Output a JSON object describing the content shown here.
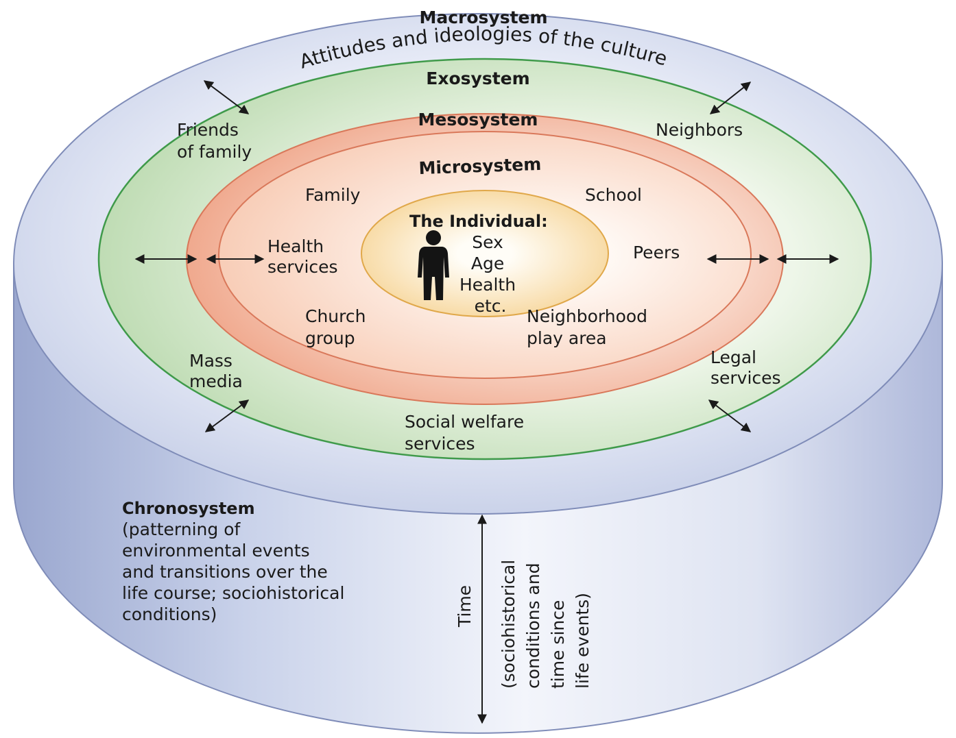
{
  "macrosystem": {
    "title": "Macrosystem",
    "subtitle": "Attitudes and ideologies of the culture"
  },
  "exosystem": {
    "title": "Exosystem",
    "items": {
      "friends_line1": "Friends",
      "friends_line2": "of family",
      "neighbors": "Neighbors",
      "mass_media_line1": "Mass",
      "mass_media_line2": "media",
      "legal_line1": "Legal",
      "legal_line2": "services",
      "welfare_line1": "Social welfare",
      "welfare_line2": "services"
    }
  },
  "mesosystem": {
    "title": "Mesosystem"
  },
  "microsystem": {
    "title": "Microsystem",
    "items": {
      "family": "Family",
      "school": "School",
      "health_line1": "Health",
      "health_line2": "services",
      "peers": "Peers",
      "church_line1": "Church",
      "church_line2": "group",
      "neighborhood_line1": "Neighborhood",
      "neighborhood_line2": "play area"
    }
  },
  "individual": {
    "title": "The Individual:",
    "traits": [
      "Sex",
      "Age",
      "Health",
      "etc."
    ],
    "icon": "person-silhouette-icon"
  },
  "chronosystem": {
    "title": "Chronosystem",
    "lines": [
      "(patterning of",
      "environmental events",
      "and transitions over the",
      "life course; sociohistorical",
      "conditions)"
    ]
  },
  "time_axis": {
    "title": "Time",
    "lines": [
      "(sociohistorical",
      "conditions and",
      "time since",
      "life events)"
    ]
  },
  "colors": {
    "cylinder_side": "#c9d2ea",
    "cylinder_top": "#d9e0f1",
    "exosystem_fill": "#cfe6c6",
    "exosystem_stroke": "#3f9a4a",
    "mesosystem_fill": "#f2b8a0",
    "microsystem_fill": "#fbe0d2",
    "individual_fill": "#fbe6b8",
    "individual_stroke": "#e0a84a"
  }
}
